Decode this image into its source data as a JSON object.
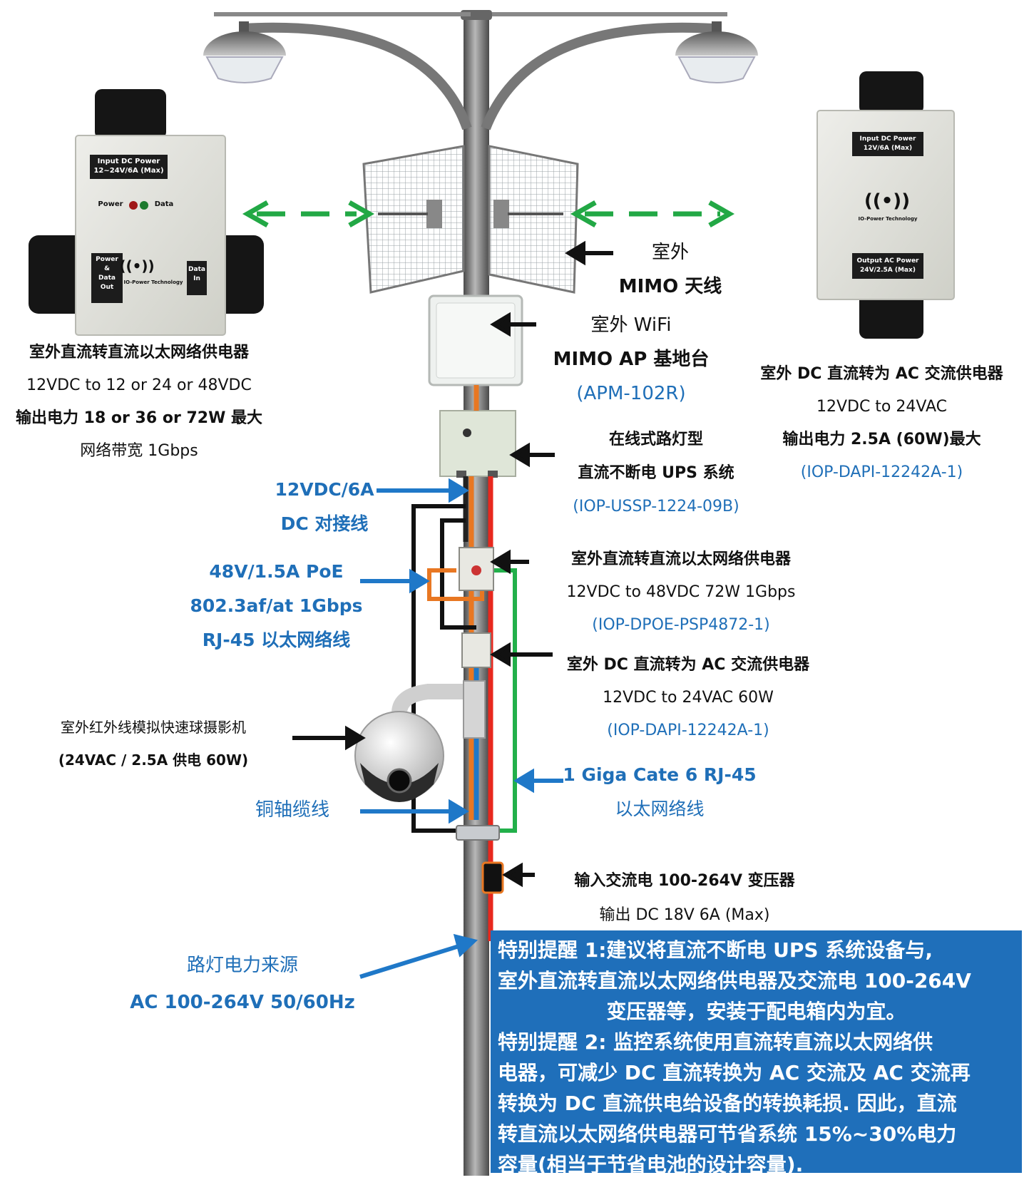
{
  "left_box": {
    "input_label_1": "Input DC Power",
    "input_label_2": "12~24V/6A (Max)",
    "power_label": "Power",
    "data_label": "Data",
    "pdo_1": "Power",
    "pdo_2": "&",
    "pdo_3": "Data",
    "pdo_4": "Out",
    "brand": "IO-Power Technology",
    "data_in_1": "Data",
    "data_in_2": "In"
  },
  "right_box": {
    "input_label_1": "Input DC Power",
    "input_label_2": "12V/6A (Max)",
    "brand": "IO-Power Technology",
    "output_label_1": "Output AC Power",
    "output_label_2": "24V/2.5A (Max)"
  },
  "left_desc": {
    "line1": "室外直流转直流以太网络供电器",
    "line2": "12VDC to 12 or 24 or 48VDC",
    "line3": "输出电力 18 or 36 or 72W  最大",
    "line4": "网络带宽 1Gbps"
  },
  "right_desc": {
    "line1": "室外 DC 直流转为 AC 交流供电器",
    "line2": "12VDC to 24VAC",
    "line3": "输出电力 2.5A (60W)最大",
    "line4": "(IOP-DAPI-12242A-1)"
  },
  "antenna": {
    "line1": "室外",
    "line2": "MIMO 天线"
  },
  "ap": {
    "line1": "室外 WiFi",
    "line2": "MIMO AP 基地台",
    "line3": "(APM-102R)"
  },
  "ups": {
    "line1": "在线式路灯型",
    "line2": "直流不断电  UPS  系统",
    "line3": "(IOP-USSP-1224-09B)"
  },
  "dc_cable": {
    "line1": "12VDC/6A",
    "line2": "DC  对接线"
  },
  "poe_cable": {
    "line1": "48V/1.5A PoE",
    "line2": "802.3af/at 1Gbps",
    "line3": "RJ-45  以太网络线"
  },
  "poe_injector": {
    "line1": "室外直流转直流以太网络供电器",
    "line2": "12VDC to 48VDC 72W 1Gbps",
    "line3": "(IOP-DPOE-PSP4872-1)"
  },
  "dcac": {
    "line1": "室外 DC 直流转为 AC 交流供电器",
    "line2": "12VDC to 24VAC 60W",
    "line3": "(IOP-DAPI-12242A-1)"
  },
  "camera": {
    "line1": "室外红外线模拟快速球摄影机",
    "line2": "(24VAC / 2.5A 供电 60W)"
  },
  "cat6": {
    "line1": "1 Giga Cate 6 RJ-45",
    "line2": "以太网络线"
  },
  "coax": {
    "label": "铜轴缆线"
  },
  "transformer": {
    "line1": "输入交流电 100-264V  变压器",
    "line2": "输出  DC 18V 6A (Max)"
  },
  "streetlight": {
    "line1": "路灯电力来源",
    "line2": "AC 100-264V 50/60Hz"
  },
  "notes": {
    "note1_a": "特别提醒 1:建议将直流不断电  UPS  系统设备与,",
    "note1_b": "室外直流转直流以太网络供电器及交流电 100-264V",
    "note1_c": "变压器等，安装于配电箱内为宜。",
    "note2_a": "特别提醒 2:  监控系统使用直流转直流以太网络供",
    "note2_b": "电器，可减少 DC 直流转换为 AC 交流及 AC 交流再",
    "note2_c": "转换为 DC 直流供电给设备的转换耗损. 因此，直流",
    "note2_d": "转直流以太网络供电器可节省系统 15%~30%电力",
    "note2_e": "容量(相当于节省电池的设计容量)."
  },
  "colors": {
    "label_blue": "#1f6fb8",
    "arrow_blue": "#1f78c8",
    "arrow_green": "#22a845",
    "cable_red": "#e8281e",
    "cable_orange": "#e87722",
    "cable_green": "#22b04a",
    "note_bg": "#1f6fba"
  }
}
